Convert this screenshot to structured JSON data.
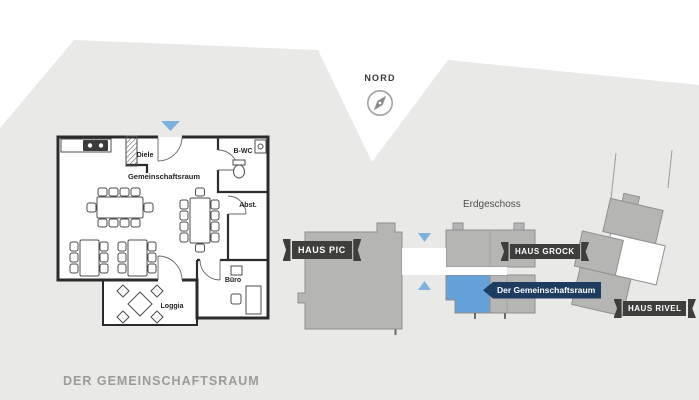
{
  "compass": {
    "label": "NORD"
  },
  "floorplan": {
    "caption": "DER GEMEINSCHAFTSRAUM",
    "rooms": {
      "diele": "Diele",
      "main": "Gemeinschaftsraum",
      "bwc": "B-WC",
      "abst": "Abst.",
      "buero": "Büro",
      "loggia": "Loggia"
    }
  },
  "siteplan": {
    "floor_label": "Erdgeschoss",
    "buildings": [
      {
        "label": "HAUS PIC"
      },
      {
        "label": "HAUS GROCK"
      },
      {
        "label": "HAUS RIVEL"
      }
    ],
    "highlight": {
      "label": "Der Gemeinschaftsraum"
    }
  },
  "colors": {
    "background_gray": "#e9e9e8",
    "building_gray": "#b5b5b4",
    "building_stroke": "#90908f",
    "highlight_blue": "#64a1d8",
    "arrow_blue": "#7fb1de",
    "navy": "#1d3c60",
    "banner_dark": "#3e3e3d",
    "wall_dark": "#2b2b2b"
  }
}
